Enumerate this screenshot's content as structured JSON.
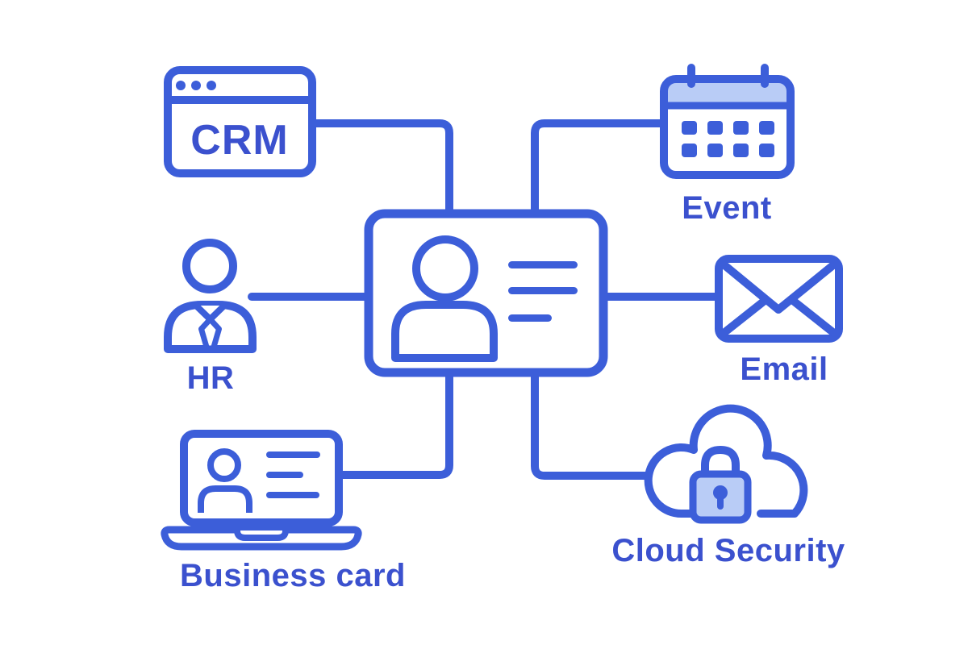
{
  "diagram": {
    "title": "Contact data integration diagram",
    "center": {
      "name": "id-card",
      "description": "ID card with person photo and text lines"
    },
    "colors": {
      "line_blue": "#3c5ed9",
      "text_blue": "#3b51ce",
      "light_blue_fill": "#b9ccf6",
      "background": "#ffffff"
    },
    "nodes": {
      "crm": {
        "label": "CRM",
        "icon": "browser-window-icon",
        "position": "top-left"
      },
      "event": {
        "label": "Event",
        "icon": "calendar-icon",
        "position": "top-right"
      },
      "hr": {
        "label": "HR",
        "icon": "person-tie-icon",
        "position": "middle-left"
      },
      "email": {
        "label": "Email",
        "icon": "envelope-icon",
        "position": "middle-right"
      },
      "business_card": {
        "label": "Business card",
        "icon": "laptop-contact-icon",
        "position": "bottom-left"
      },
      "cloud_security": {
        "label": "Cloud Security",
        "icon": "cloud-lock-icon",
        "position": "bottom-right"
      }
    },
    "connections": [
      {
        "from": "crm",
        "to": "id-card"
      },
      {
        "from": "event",
        "to": "id-card"
      },
      {
        "from": "hr",
        "to": "id-card"
      },
      {
        "from": "email",
        "to": "id-card"
      },
      {
        "from": "business_card",
        "to": "id-card"
      },
      {
        "from": "cloud_security",
        "to": "id-card"
      }
    ]
  }
}
